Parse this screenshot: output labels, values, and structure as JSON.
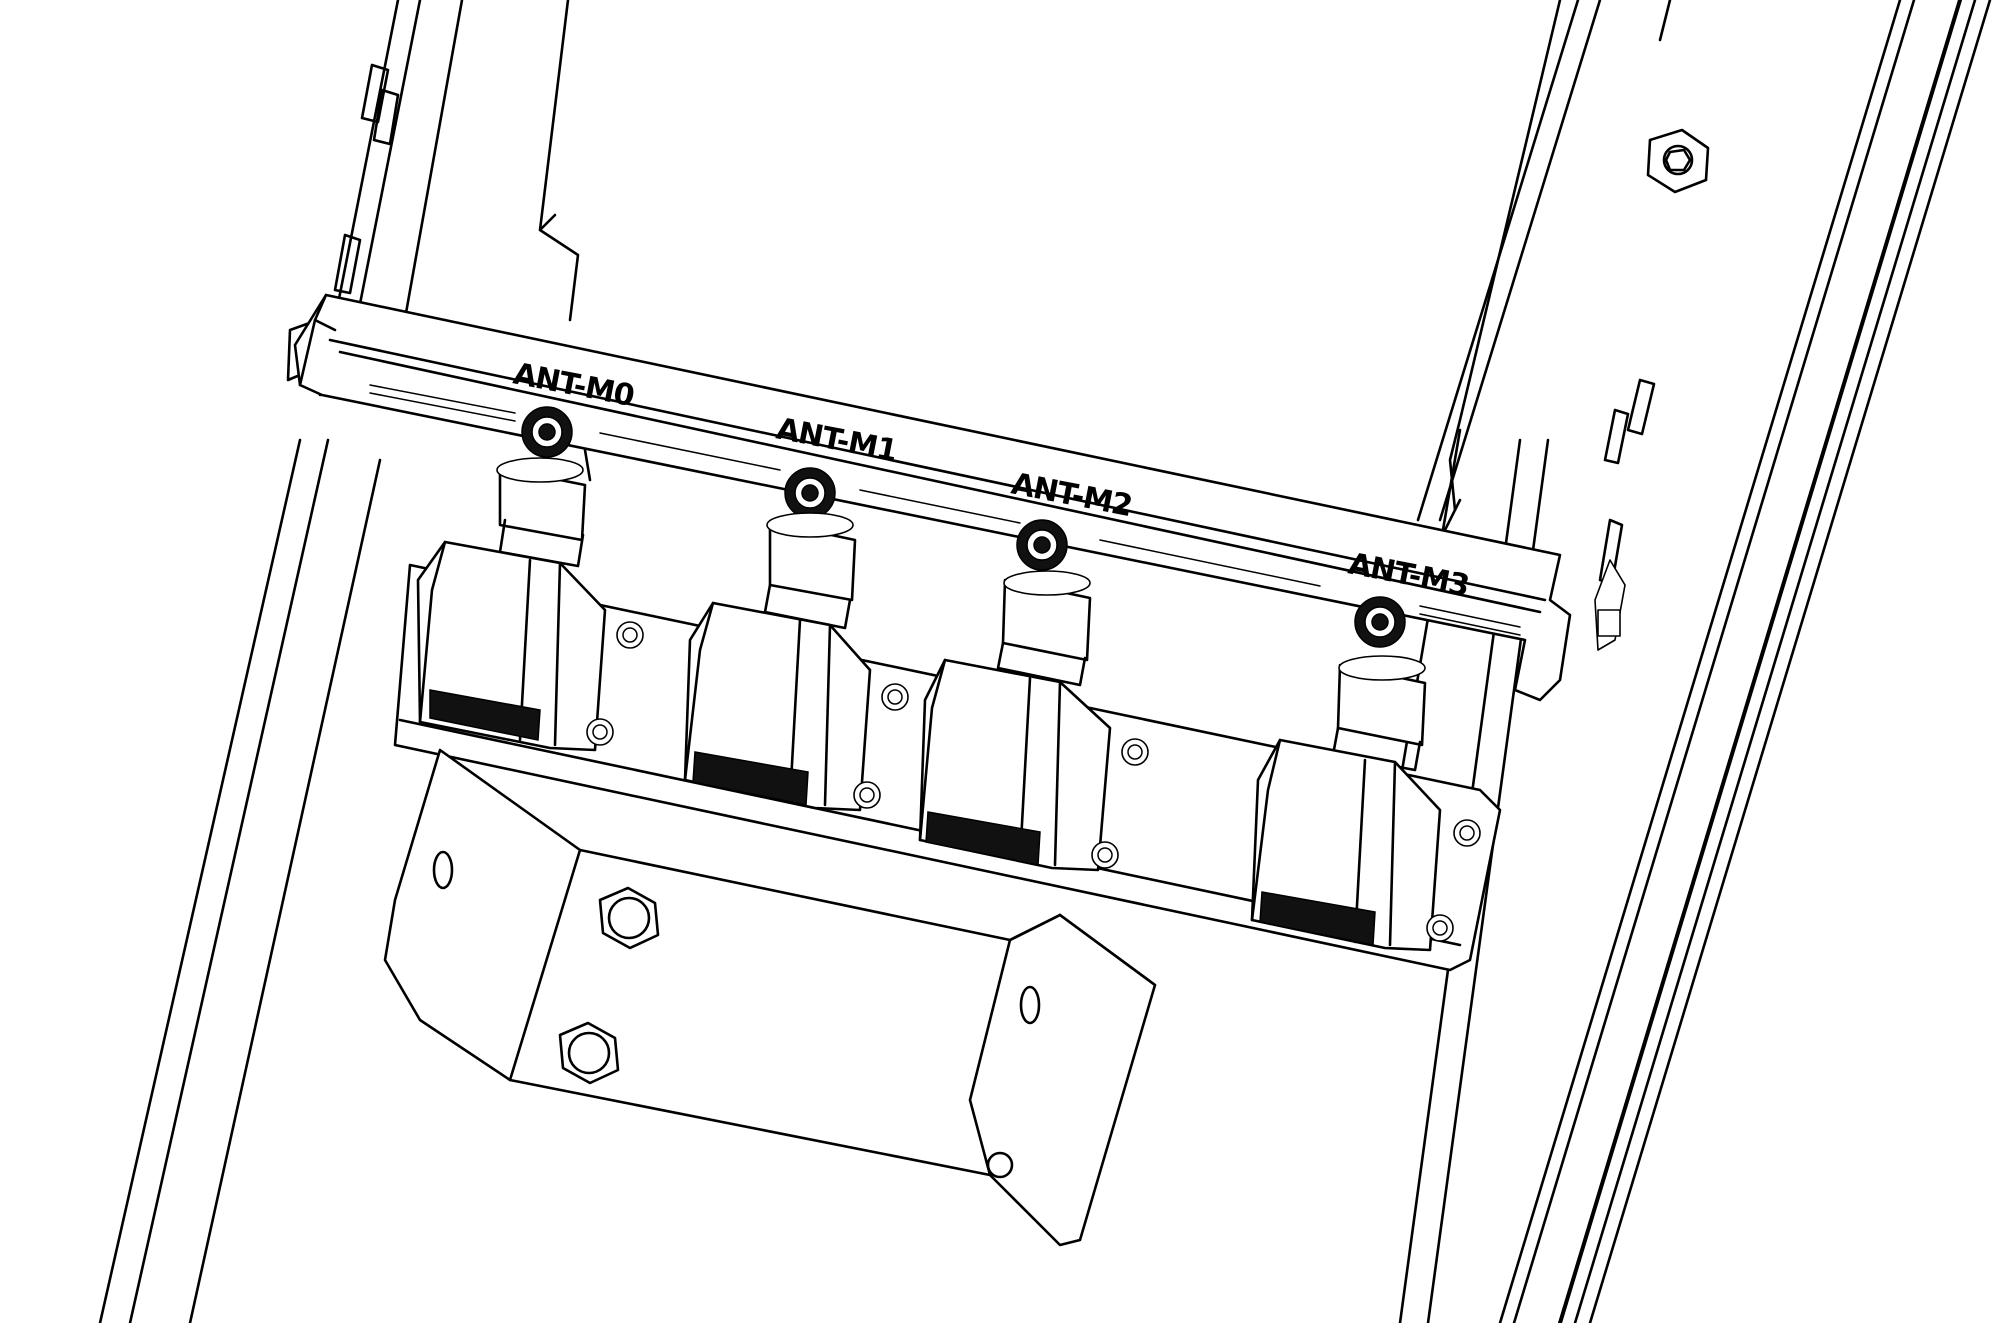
{
  "labels": {
    "ant_m0": "ANT-M0",
    "ant_m1": "ANT-M1",
    "ant_m2": "ANT-M2",
    "ant_m3": "ANT-M3"
  }
}
